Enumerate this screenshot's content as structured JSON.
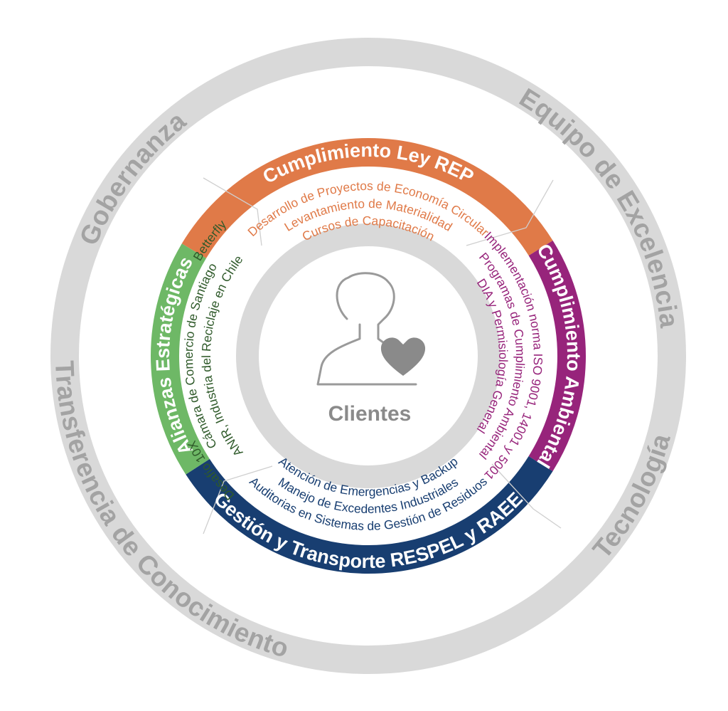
{
  "outer_ring": {
    "labels": [
      "Gobernanza",
      "Equipo de Excelencia",
      "Tecnología",
      "Transferencia de Conocimiento"
    ]
  },
  "sectors": {
    "top": {
      "title": "Cumplimiento Ley REP",
      "color": "#e07a48",
      "items": [
        "Desarrollo  de Proyectos de Economía Circular",
        "Levantamiento de Materialidad",
        "Cursos de Capacitación"
      ]
    },
    "right": {
      "title": "Cumplimiento Ambiental",
      "color": "#97247b",
      "items": [
        "Implementación norma ISO 9001, 14001 y 5001",
        "Programas de Cumplimiento Ambiental",
        "DIA y Permisiología General"
      ]
    },
    "bottom": {
      "title": "Gestión y Transporte  RESPEL y RAEE",
      "color": "#183e71",
      "items": [
        "Atención de Emergencias y Backup",
        "Manejo de Excedentes Industriales",
        "Auditorias en Sistemas de Gestión de Residuos"
      ]
    },
    "left": {
      "title": "Alianzas Estratégicas",
      "color": "#6eb866",
      "items": [
        "ANIR, Industria del Reciclaje en Chile",
        "Cámara de Comercio de Santiago",
        "Desafío 10X",
        "Betterfly"
      ]
    }
  },
  "center": {
    "label": "Clientes",
    "icon": "person-heart-icon"
  },
  "colors": {
    "outer_ring": "#d9d9d9",
    "outer_text": "#a3a3a3",
    "center_ring": "#d9d9d9",
    "center_text": "#8a8a8a"
  }
}
